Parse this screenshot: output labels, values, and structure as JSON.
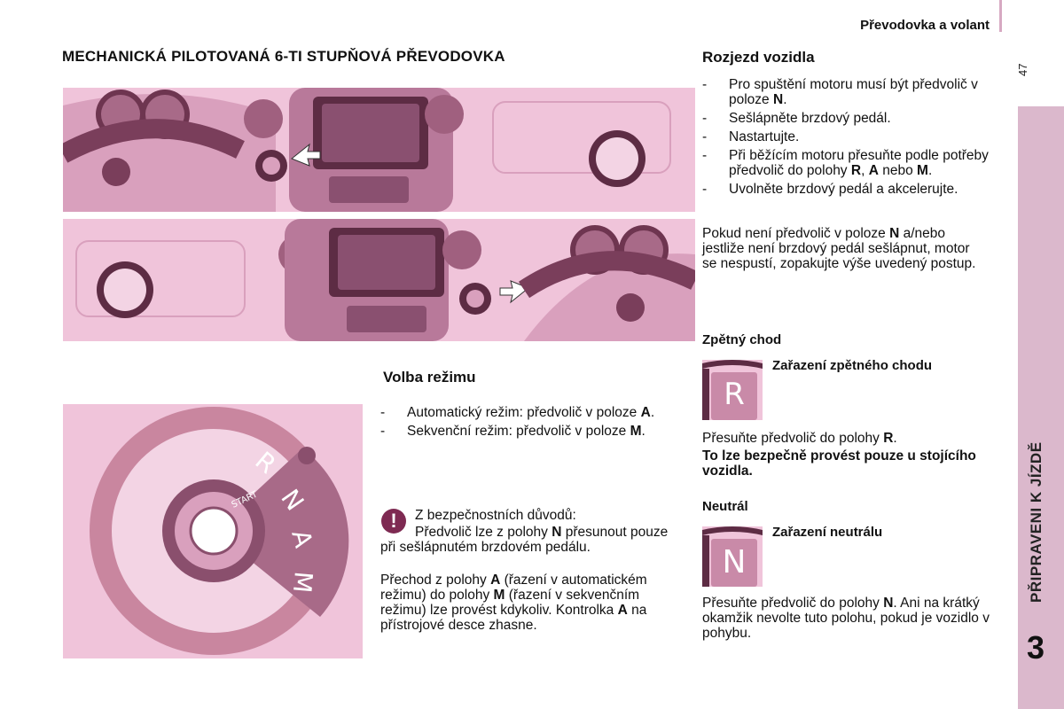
{
  "header": {
    "title": "Převodovka a volant",
    "page_number": "47"
  },
  "sidebar": {
    "tab_label": "PŘIPRAVENI K JÍZDĚ",
    "chapter": "3"
  },
  "main_title": "MECHANICKÁ PILOTOVANÁ 6-TI STUPŇOVÁ PŘEVODOVKA",
  "volba": {
    "heading": "Volba režimu",
    "items": [
      {
        "text": "Automatický režim: předvolič v poloze ",
        "key": "A",
        "end": "."
      },
      {
        "text": "Sekvenční režim: předvolič v poloze ",
        "key": "M",
        "end": "."
      }
    ],
    "knob_letters": [
      "R",
      "N",
      "A",
      "M"
    ],
    "knob_start_label": "START"
  },
  "warning": {
    "intro": "Z bezpečnostních důvodů:",
    "p1a": "Předvolič lze z polohy ",
    "p1key": "N",
    "p1b": " přesunout pouze při sešlápnutém brzdovém pedálu.",
    "p2a": "Přechod z polohy ",
    "p2key1": "A",
    "p2b": " (řazení v automatickém režimu) do polohy ",
    "p2key2": "M",
    "p2c": " (řazení v sekvenčním režimu) lze provést kdykoliv. Kontrolka ",
    "p2key3": "A",
    "p2d": " na přístrojové desce zhasne."
  },
  "rozjezd": {
    "heading": "Rozjezd vozidla",
    "items": [
      {
        "a": "Pro spuštění motoru musí být předvolič v poloze ",
        "k": "N",
        "b": "."
      },
      {
        "a": "Sešlápněte brzdový pedál.",
        "k": "",
        "b": ""
      },
      {
        "a": "Nastartujte.",
        "k": "",
        "b": ""
      },
      {
        "a": "Při běžícím motoru přesuňte podle potřeby předvolič do polohy ",
        "k": "R",
        "b": ", ",
        "k2": "A",
        "c": " nebo ",
        "k3": "M",
        "d": "."
      },
      {
        "a": "Uvolněte brzdový pedál a akcelerujte.",
        "k": "",
        "b": ""
      }
    ],
    "para_a": "Pokud není předvolič v poloze ",
    "para_key": "N",
    "para_b": " a/nebo jestliže není brzdový pedál sešlápnut, motor se nespustí, zopakujte výše uvedený postup."
  },
  "zpetny": {
    "heading": "Zpětný chod",
    "tile_letter": "R",
    "tile_label": "Zařazení zpětného chodu",
    "para_a": "Přesuňte předvolič do polohy ",
    "para_key": "R",
    "para_b": ".",
    "note": "To lze bezpečně provést pouze u stojícího vozidla."
  },
  "neutral": {
    "heading": "Neutrál",
    "tile_letter": "N",
    "tile_label": "Zařazení neutrálu",
    "para_a": "Přesuňte předvolič do polohy ",
    "para_key": "N",
    "para_b": ". Ani na krátký okamžik nevolte tuto polohu, pokud je vozidlo v pohybu."
  }
}
